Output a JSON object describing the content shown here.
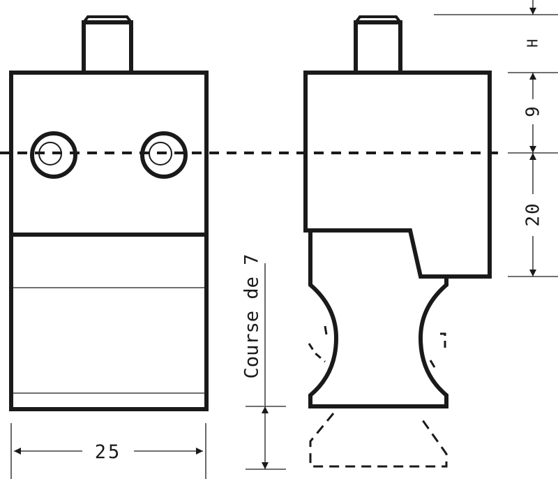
{
  "dimensions": {
    "width_label": "25",
    "top_height_label": "H",
    "upper_label": "9",
    "lower_label": "20",
    "stroke_label": "Course de 7"
  },
  "colors": {
    "ink": "#1a1a1a",
    "background": "#ffffff"
  }
}
